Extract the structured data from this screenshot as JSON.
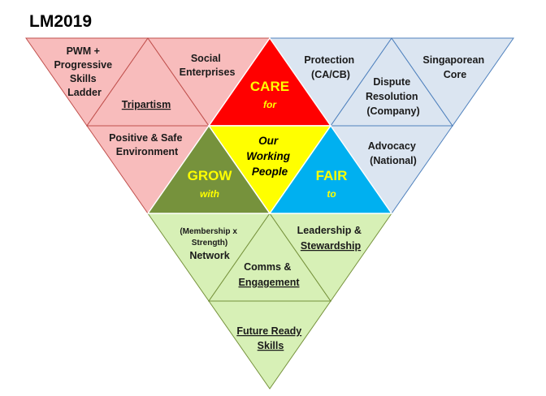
{
  "title": "LM2019",
  "colors": {
    "pink": "#f8bcbc",
    "pink_stroke": "#c0504d",
    "blue": "#dbe5f1",
    "blue_stroke": "#4f81bd",
    "green": "#d7f0b6",
    "green_stroke": "#76923c",
    "care": "#ff0000",
    "center": "#ffff00",
    "grow": "#76923c",
    "fair": "#00b0f0"
  },
  "care": {
    "big": "CARE",
    "sub": "for"
  },
  "grow": {
    "big": "GROW",
    "sub": "with"
  },
  "fair": {
    "big": "FAIR",
    "sub": "to"
  },
  "center": {
    "line1": "Our",
    "line2": "Working",
    "line3": "People"
  },
  "care_section": {
    "pwm": [
      "PWM +",
      "Progressive",
      "Skills",
      "Ladder"
    ],
    "tripartism": "Tripartism",
    "social": [
      "Social",
      "Enterprises"
    ],
    "positive": [
      "Positive & Safe",
      "Environment"
    ]
  },
  "fair_section": {
    "protection": [
      "Protection",
      "(CA/CB)"
    ],
    "dispute": [
      "Dispute",
      "Resolution",
      "(Company)"
    ],
    "singaporean": [
      "Singaporean",
      "Core"
    ],
    "advocacy": [
      "Advocacy",
      "(National)"
    ]
  },
  "grow_section": {
    "network_small": [
      "(Membership x",
      "Strength)"
    ],
    "network": "Network",
    "leadership": [
      "Leadership &",
      "Stewardship"
    ],
    "comms": [
      "Comms &",
      "Engagement"
    ],
    "future": [
      "Future Ready",
      "Skills"
    ]
  }
}
